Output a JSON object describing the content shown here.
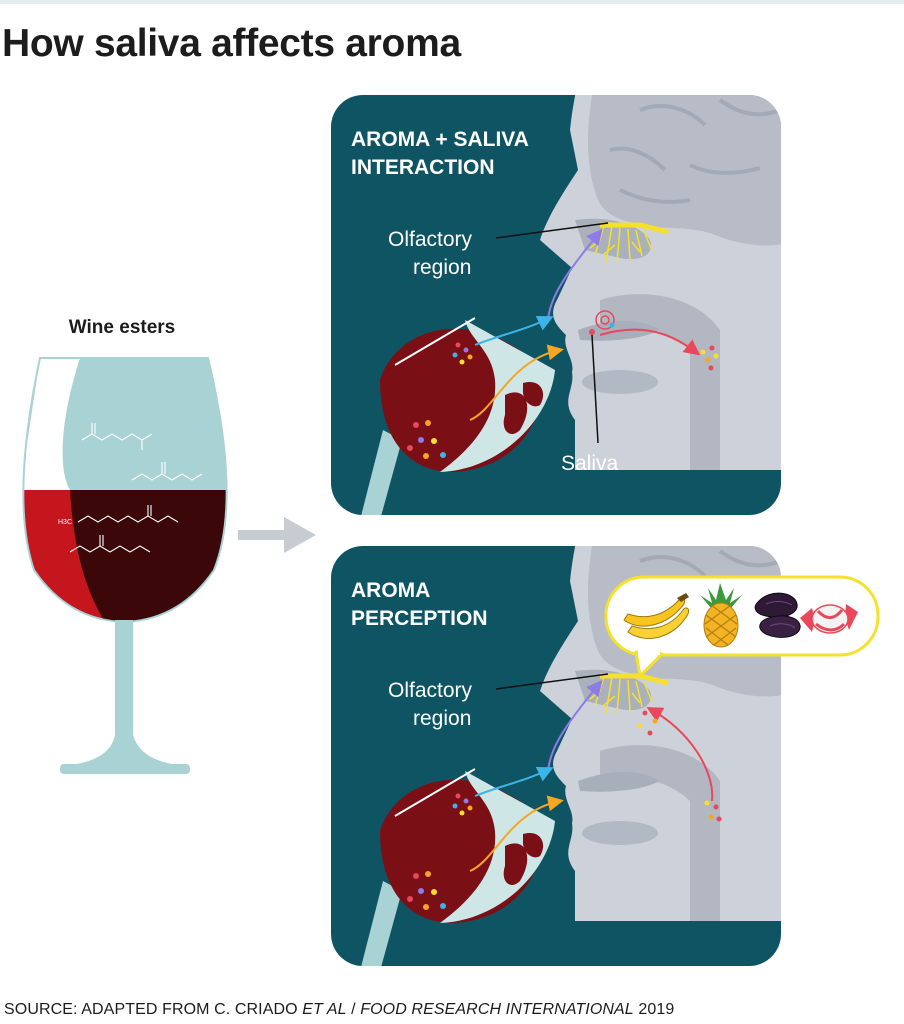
{
  "title": "How saliva affects aroma",
  "wine_esters_label": "Wine esters",
  "chem_h3c": "H3C",
  "panel_top": {
    "heading_line1": "AROMA + SALIVA",
    "heading_line2": "INTERACTION",
    "olfactory_line1": "Olfactory",
    "olfactory_line2": "region",
    "saliva_label": "Saliva"
  },
  "panel_bottom": {
    "heading_line1": "AROMA",
    "heading_line2": "PERCEPTION",
    "olfactory_line1": "Olfactory",
    "olfactory_line2": "region"
  },
  "source": {
    "prefix": "SOURCE: ADAPTED FROM C. CRIADO ",
    "et_al": "ET AL",
    "sep": " / ",
    "journal": "FOOD RESEARCH INTERNATIONAL",
    "year": " 2019"
  },
  "colors": {
    "panel_bg": "#0f5463",
    "head_gray": "#cdd1d9",
    "wine": "#7b0f16",
    "wine_dark": "#3b0708",
    "glass": "#a9d2d4",
    "olfactory_yellow": "#f5e12b",
    "arrow_blue": "#3db4e8",
    "arrow_orange": "#f5a623",
    "arrow_red": "#e8485a",
    "arrow_purple": "#8d7be8"
  },
  "icons": [
    "banana-icon",
    "pineapple-icon",
    "dried-plum-icon",
    "candy-icon"
  ]
}
